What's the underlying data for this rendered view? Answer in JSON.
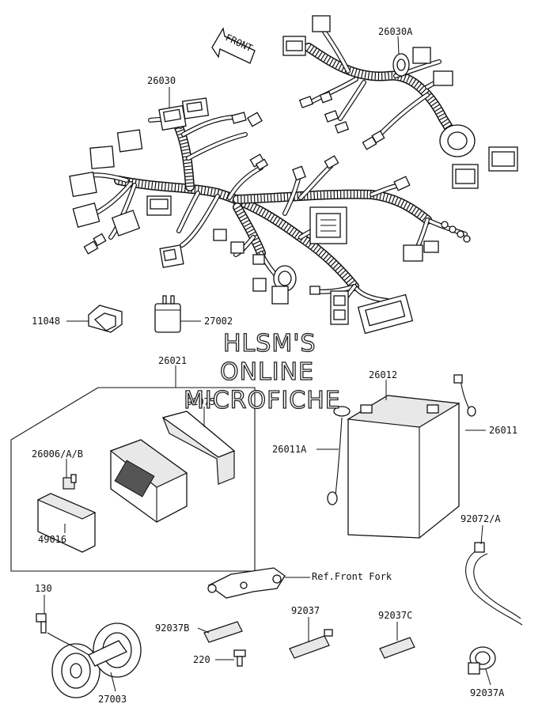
{
  "diagram": {
    "front_arrow": "FRONT",
    "watermark": [
      "HLSM'S",
      "ONLINE",
      "MICROFICHE"
    ],
    "labels": {
      "p26030A": "26030A",
      "p26030": "26030",
      "p11048": "11048",
      "p27002": "27002",
      "p26021": "26021",
      "p92075": "92075",
      "p26006": "26006/A/B",
      "p49016": "49016",
      "p26012": "26012",
      "p26011A": "26011A",
      "p26011": "26011",
      "p92072A": "92072/A",
      "refFork": "Ref.Front Fork",
      "p130": "130",
      "p92037B": "92037B",
      "p92037": "92037",
      "p92037C": "92037C",
      "p220": "220",
      "p27003": "27003",
      "p92037A": "92037A"
    }
  }
}
